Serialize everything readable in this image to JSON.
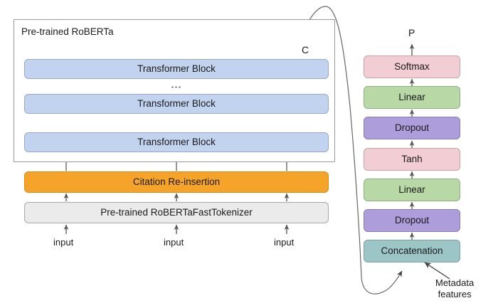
{
  "diagram": {
    "title_visible": false,
    "encoder": {
      "frame_label": "Pre-trained RoBERTa",
      "blocks": [
        {
          "label": "Transformer Block"
        },
        {
          "label": "Transformer Block"
        },
        {
          "label": "Transformer Block"
        }
      ],
      "vertical_ellipsis": "⋮",
      "citation_layer": "Citation Re-insertion",
      "tokenizer_layer": "Pre-trained RoBERTaFastTokenizer",
      "inputs": [
        "input",
        "input",
        "input"
      ],
      "cls_label": "C"
    },
    "head": {
      "output_label": "P",
      "layers": [
        {
          "label": "Softmax",
          "color": "#f2cdd4",
          "kind": "pink"
        },
        {
          "label": "Linear",
          "color": "#b8d8a6",
          "kind": "green"
        },
        {
          "label": "Dropout",
          "color": "#ad9dda",
          "kind": "purple"
        },
        {
          "label": "Tanh",
          "color": "#f2cdd4",
          "kind": "pink"
        },
        {
          "label": "Linear",
          "color": "#b8d8a6",
          "kind": "green"
        },
        {
          "label": "Dropout",
          "color": "#ad9dda",
          "kind": "purple"
        },
        {
          "label": "Concatenation",
          "color": "#9cc5c8",
          "kind": "teal"
        }
      ],
      "metadata_label_line1": "Metadata",
      "metadata_label_line2": "features"
    },
    "colors": {
      "transformer_block": "#c2d3ef",
      "citation_reinsertion": "#f6a32a",
      "tokenizer": "#ebebeb",
      "softmax": "#f2cdd4",
      "linear": "#b8d8a6",
      "dropout": "#ad9dda",
      "tanh": "#f2cdd4",
      "concatenation": "#9cc5c8",
      "arrow": "#555555",
      "frame_border": "#9a9a9a"
    }
  }
}
